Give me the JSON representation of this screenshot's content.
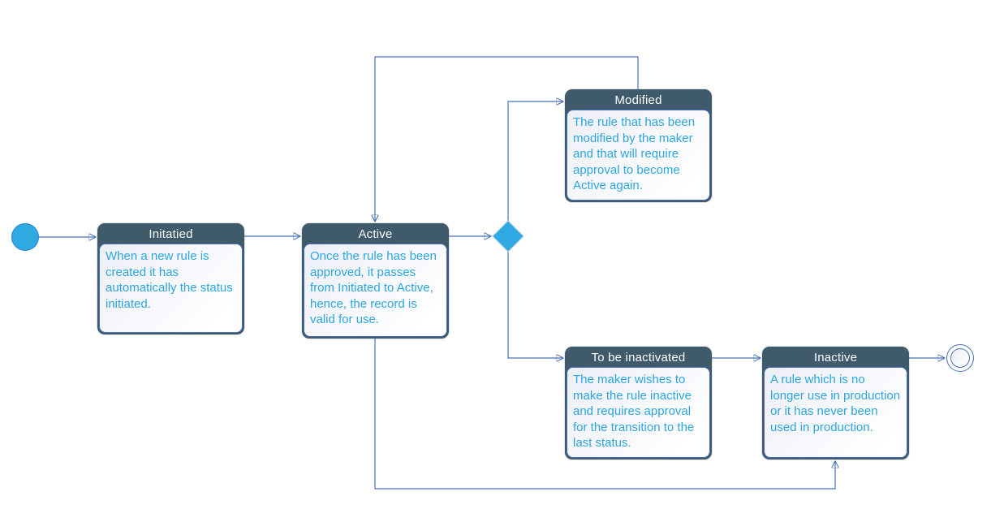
{
  "states": {
    "initiated": {
      "title": "Initatied",
      "description": "When a new rule is created it has automatically the status initiated."
    },
    "active": {
      "title": "Active",
      "description": "Once the rule has been approved, it passes from Initiated to Active, hence, the record is valid for use."
    },
    "modified": {
      "title": "Modified",
      "description": "The rule that has been modified by the maker and that will require approval to become Active again."
    },
    "to_be_inactivated": {
      "title": "To be inactivated",
      "description": "The maker wishes to make the rule inactive and requires approval for the transition to the last status."
    },
    "inactive": {
      "title": "Inactive",
      "description": "A rule which is no longer use in production or it has never been used in production."
    }
  },
  "colors": {
    "header_bg": "#3e5a6b",
    "header_text": "#ffffff",
    "body_text": "#2ba6e0",
    "body_border": "#4a6fba",
    "connector": "#4a72b8",
    "accent_blue": "#2fa9e1",
    "body_bg_top": "#edeff8",
    "body_bg_bottom": "#ffffff",
    "canvas_bg": "#ffffff"
  }
}
